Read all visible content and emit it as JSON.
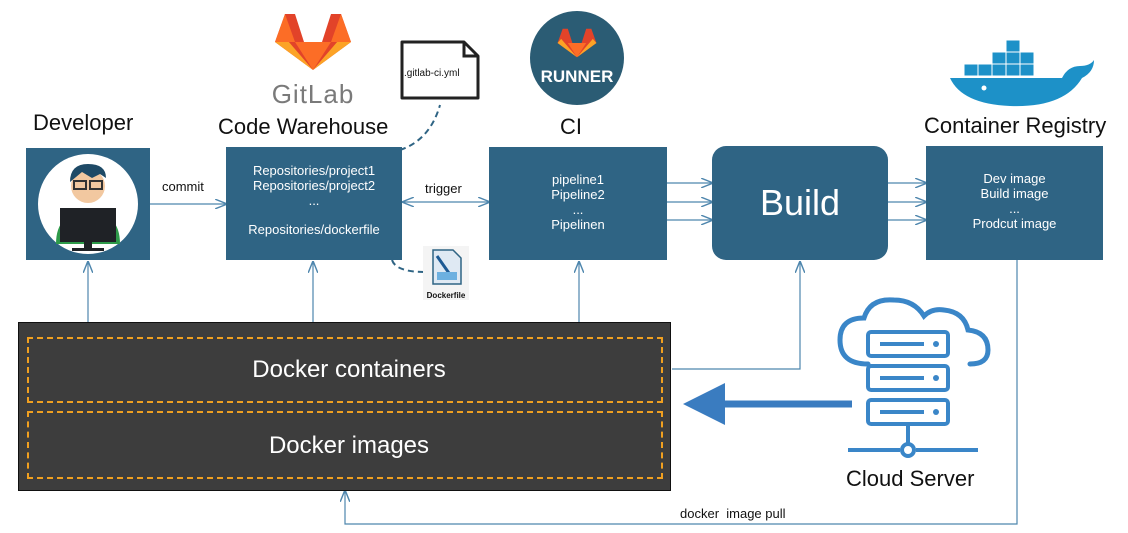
{
  "gitlab_logo": {
    "text": "GitLab",
    "color": "#fc6d26"
  },
  "runner_logo": {
    "text": "RUNNER",
    "bg": "#2b5c74"
  },
  "developer": {
    "title": "Developer"
  },
  "code_warehouse": {
    "title": "Code Warehouse",
    "items": [
      "Repositories/project1",
      "Repositories/project2",
      "...",
      "Repositories/dockerfile"
    ]
  },
  "ci": {
    "title": "CI",
    "items": [
      "pipeline1",
      "Pipeline2",
      "...",
      "Pipelinen"
    ]
  },
  "build": {
    "label": "Build"
  },
  "container_registry": {
    "title": "Container Registry",
    "items": [
      "Dev image",
      "Build  image",
      "...",
      "Prodcut image"
    ]
  },
  "gitlab_ci_file": {
    "label": ".gitlab-ci.yml"
  },
  "dockerfile_icon": {
    "label": "Dockerfile"
  },
  "edges": {
    "commit": "commit",
    "trigger": "trigger",
    "pull": "docker  image pull"
  },
  "docker_panel": {
    "containers": "Docker containers",
    "images": "Docker images"
  },
  "cloud_server": {
    "label": "Cloud Server"
  },
  "colors": {
    "box": "#2f6484",
    "line": "#4e86ad",
    "dashed_border": "#f0a020",
    "panel": "#3d3d3d",
    "cloud": "#3a86c8"
  }
}
